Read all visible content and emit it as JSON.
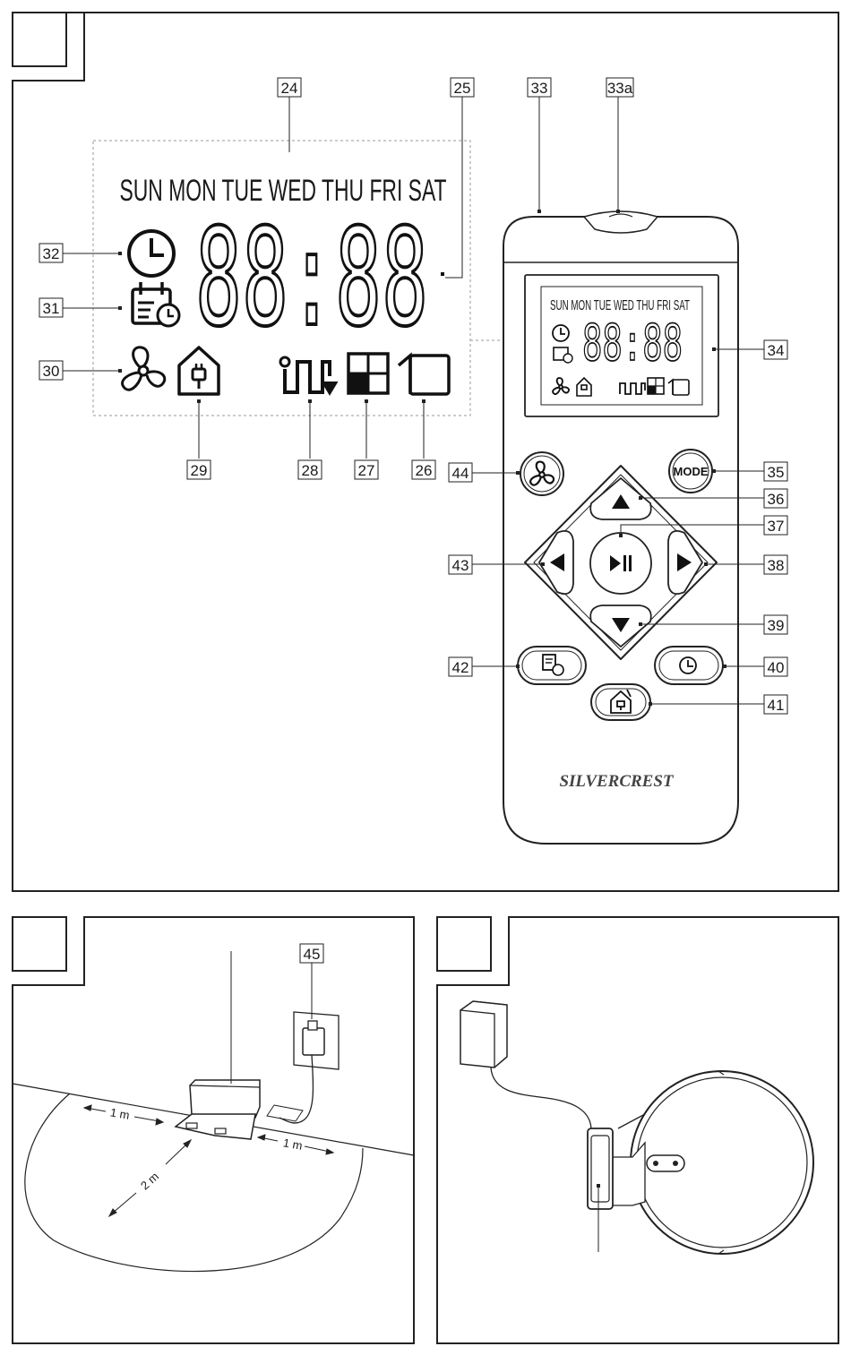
{
  "callouts": {
    "c24": "24",
    "c25": "25",
    "c26": "26",
    "c27": "27",
    "c28": "28",
    "c29": "29",
    "c30": "30",
    "c31": "31",
    "c32": "32",
    "c33": "33",
    "c33a": "33a",
    "c34": "34",
    "c35": "35",
    "c36": "36",
    "c37": "37",
    "c38": "38",
    "c39": "39",
    "c40": "40",
    "c41": "41",
    "c42": "42",
    "c43": "43",
    "c44": "44",
    "c45": "45"
  },
  "display": {
    "days": "SUN MON TUE WED THU FRI SAT",
    "time": "88:88"
  },
  "remote": {
    "mini_days": "SUN MON TUE WED THU FRI SAT",
    "mini_time": "88:88",
    "mode_label": "MODE",
    "brand": "SILVERCREST"
  },
  "placement": {
    "dist_left": "1 m",
    "dist_right": "1 m",
    "dist_front": "2 m"
  },
  "icons": [
    "clock-icon",
    "calendar-clock-icon",
    "fan-icon",
    "home-plug-icon",
    "zigzag-clean-icon",
    "quadrant-icon",
    "edge-clean-icon",
    "up-arrow-icon",
    "down-arrow-icon",
    "left-arrow-icon",
    "right-arrow-icon",
    "play-pause-icon",
    "schedule-icon",
    "timer-icon",
    "return-home-icon"
  ]
}
